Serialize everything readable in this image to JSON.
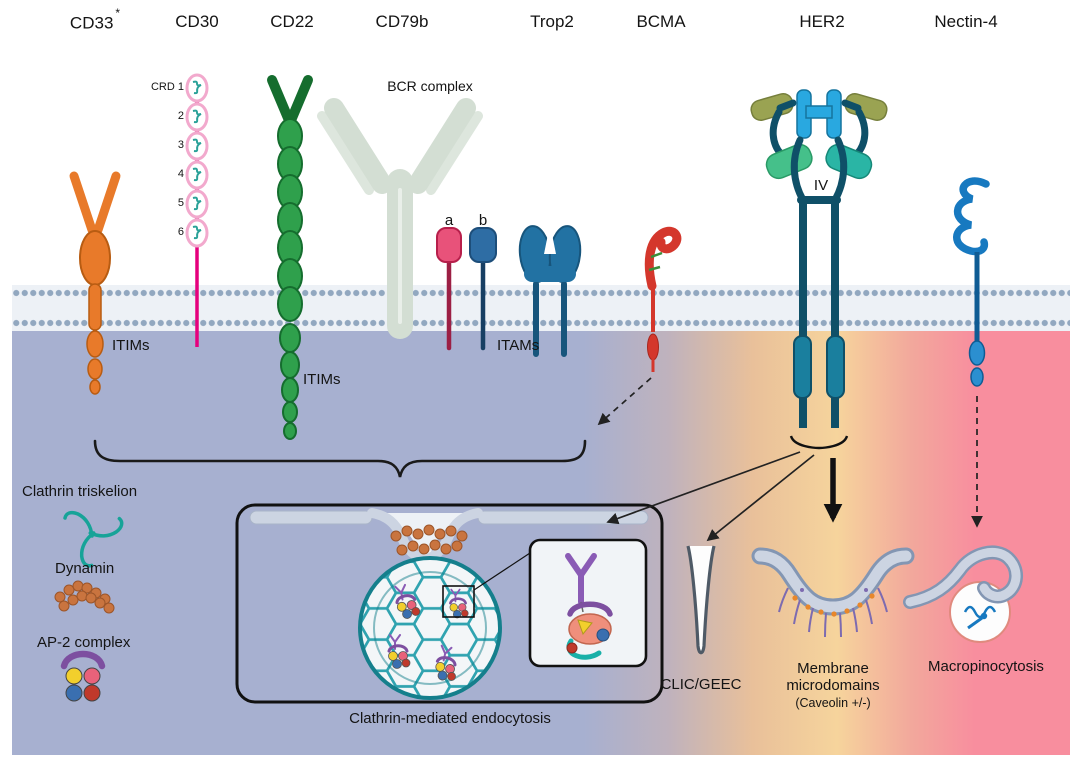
{
  "receptors": {
    "cd33": {
      "name": "CD33",
      "note": "*"
    },
    "cd30": {
      "name": "CD30"
    },
    "cd22": {
      "name": "CD22"
    },
    "cd79b": {
      "name": "CD79b"
    },
    "trop2": {
      "name": "Trop2"
    },
    "bcma": {
      "name": "BCMA"
    },
    "her2": {
      "name": "HER2"
    },
    "nectin4": {
      "name": "Nectin-4"
    }
  },
  "annotations": {
    "bcr_complex": "BCR complex",
    "crd_first": "CRD 1",
    "crd_numbers": [
      "2",
      "3",
      "4",
      "5",
      "6"
    ],
    "cd33_itims": "ITIMs",
    "cd22_itims": "ITIMs",
    "itams": "ITAMs",
    "subunit_a": "a",
    "subunit_b": "b",
    "her2_domain": "IV"
  },
  "legend": {
    "clathrin": "Clathrin triskelion",
    "dynamin": "Dynamin",
    "ap2": "AP-2 complex"
  },
  "pathways": {
    "cme": "Clathrin-mediated endocytosis",
    "clic_geec": "CLIC/GEEC",
    "microdomains_line1": "Membrane",
    "microdomains_line2": "microdomains",
    "caveolin": "(Caveolin +/-)",
    "macropinocytosis": "Macropinocytosis"
  },
  "colors": {
    "cytosol_left": "#a7b0d0",
    "cytosol_mid": "#f6d49c",
    "cytosol_right": "#f88e9e",
    "cd33": "#e87a2a",
    "cd30": "#e5007d",
    "cd22": "#2fa04c",
    "bcr": "#dde6dd",
    "cd79a_subunit": "#e8527a",
    "cd79b_subunit": "#2e6da4",
    "trop2": "#2272a3",
    "bcma": "#d4372c",
    "her2": "#0f5068",
    "nectin4": "#1779c0",
    "clathrin": "#1a9aa8",
    "dynamin": "#c9743f",
    "ap2_purple": "#7d4fa0"
  }
}
